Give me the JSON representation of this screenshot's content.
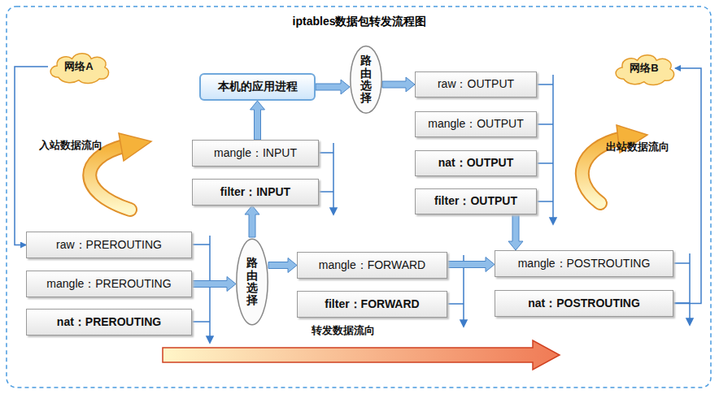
{
  "diagram": {
    "title": "iptables数据包转发流程图",
    "nodes": [
      {
        "text": [
          "网络A"
        ]
      },
      {
        "text": [
          "本机的应用进程"
        ]
      },
      {
        "text": [
          "路由选择"
        ]
      },
      {
        "text": [
          "raw：OUTPUT"
        ]
      },
      {
        "text": [
          "mangle：OUTPUT"
        ]
      },
      {
        "text": [
          "nat：OUTPUT"
        ]
      },
      {
        "text": [
          "filter：OUTPUT"
        ]
      },
      {
        "text": [
          "网络B"
        ]
      },
      {
        "text": [
          "mangle：INPUT"
        ]
      },
      {
        "text": [
          "filter：INPUT"
        ]
      },
      {
        "text": [
          "raw：PREROUTING"
        ]
      },
      {
        "text": [
          "mangle：PREROUTING"
        ]
      },
      {
        "text": [
          "nat：PREROUTING"
        ]
      },
      {
        "text": [
          "路由选择"
        ]
      },
      {
        "text": [
          "mangle：FORWARD"
        ]
      },
      {
        "text": [
          "filter：FORWARD"
        ]
      },
      {
        "text": [
          "mangle：POSTROUTING"
        ]
      },
      {
        "text": [
          "nat：POSTROUTING"
        ]
      }
    ],
    "edges": [
      {
        "from": 0,
        "to": 10,
        "arrow": "to"
      },
      {
        "from": 11,
        "to": 13,
        "arrow": "to"
      },
      {
        "from": 13,
        "to": 9,
        "arrow": "to"
      },
      {
        "from": 8,
        "to": 1,
        "arrow": "to"
      },
      {
        "from": 1,
        "to": 2,
        "arrow": "to"
      },
      {
        "from": 2,
        "to": 3,
        "arrow": "to"
      },
      {
        "from": 6,
        "to": 16,
        "arrow": "to"
      },
      {
        "from": 13,
        "to": 14,
        "arrow": "to"
      },
      {
        "from": 14,
        "to": 16,
        "arrow": "to"
      },
      {
        "from": 17,
        "to": 7,
        "arrow": "to"
      }
    ],
    "labels": [
      "入站数据流向",
      "出站数据流向",
      "转发数据流向"
    ]
  }
}
